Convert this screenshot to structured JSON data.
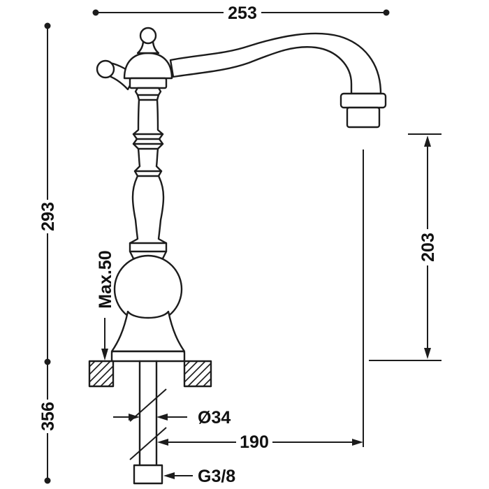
{
  "drawing": {
    "background": "#ffffff",
    "line_color": "#1c1c1c",
    "labels": {
      "top_width": "253",
      "height_upper": "293",
      "height_lower": "356",
      "spout_height": "203",
      "max_deck_thickness": "Max.50",
      "hole_diameter": "Ø34",
      "spout_reach": "190",
      "thread_size": "G3/8"
    }
  }
}
